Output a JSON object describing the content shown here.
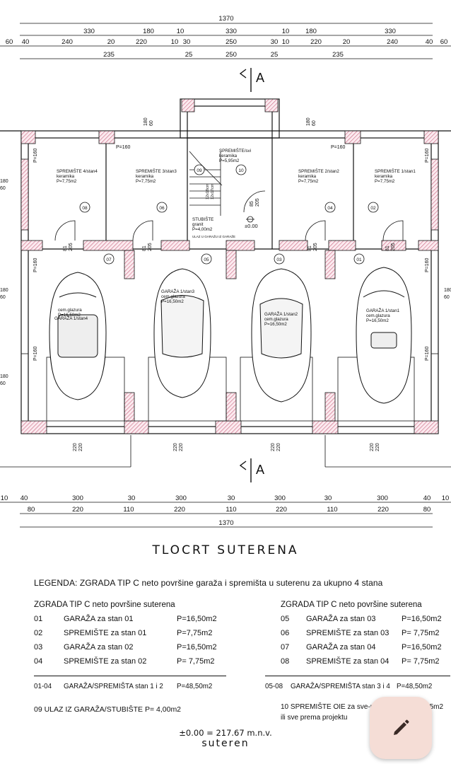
{
  "plan": {
    "section_mark": "A",
    "top_dims_1": [
      "1370"
    ],
    "top_dims_2": [
      "330",
      "180",
      "10",
      "330",
      "10",
      "180",
      "330"
    ],
    "top_dims_3": [
      "60",
      "40",
      "240",
      "20",
      "220",
      "10",
      "30",
      "250",
      "30",
      "10",
      "220",
      "20",
      "240",
      "40",
      "60"
    ],
    "top_dims_4": [
      "235",
      "25",
      "250",
      "25",
      "235"
    ],
    "side_dims": [
      "180",
      "60",
      "160",
      "180",
      "60",
      "160",
      "180",
      "60",
      "160",
      "180",
      "60"
    ],
    "p160": "P=160",
    "rooms": [
      {
        "name": "SPREMIŠTE 4/stan4",
        "mat": "keramika",
        "area": "P=7,75m2",
        "num": "08"
      },
      {
        "name": "SPREMIŠTE 3/stan3",
        "mat": "keramika",
        "area": "P=7,75m2",
        "num": "06"
      },
      {
        "name": "SPREMIŠTE/svi",
        "mat": "keramika",
        "area": "P=5,95m2",
        "num": "10"
      },
      {
        "name": "SPREMIŠTE 2/stan2",
        "mat": "keramika",
        "area": "P=7,75m2",
        "num": "04"
      },
      {
        "name": "SPREMIŠTE 1/stan1",
        "mat": "keramika",
        "area": "P=7,75m2",
        "num": "02"
      }
    ],
    "stair": {
      "name": "STUBIŠTE",
      "mat": "granit",
      "area": "P=4,00m2",
      "note": "ULAZ U GARAŽU IZ GARAŽE",
      "num": "09",
      "steps": "12x18cm",
      "steps2": "12x17cm"
    },
    "garages": [
      {
        "name": "GARAŽA 1/stan4",
        "mat": "cem.glazura",
        "area": "P=16,50m2",
        "num": "07"
      },
      {
        "name": "GARAŽA 1/stan3",
        "mat": "cem.glazura",
        "area": "P=16,50m2",
        "num": "05"
      },
      {
        "name": "GARAŽA 1/stan2",
        "mat": "cem.glazura",
        "area": "P=16,50m2",
        "num": "03"
      },
      {
        "name": "GARAŽA 1/stan1",
        "mat": "cem.glazura",
        "area": "P=16,50m2",
        "num": "01"
      }
    ],
    "door_dims": [
      "81",
      "205"
    ],
    "door_dims_mid": [
      "85",
      "205"
    ],
    "level": "±0.00",
    "gate_dims": [
      "220",
      "220"
    ],
    "bottom_dims_1": [
      "10",
      "40",
      "300",
      "30",
      "300",
      "30",
      "300",
      "30",
      "300",
      "40",
      "10"
    ],
    "bottom_dims_2": [
      "80",
      "220",
      "110",
      "220",
      "110",
      "220",
      "110",
      "220",
      "80"
    ],
    "bottom_dims_3": [
      "1370"
    ]
  },
  "title": "TLOCRT SUTERENA",
  "legend_head": "LEGENDA: ZGRADA TIP C neto površine garaža i spremišta u suterenu za ukupno 4 stana",
  "left_col": {
    "header": "ZGRADA TIP C neto površine suterena",
    "rows": [
      {
        "no": "01",
        "name": "GARAŽA za stan 01",
        "area": "P=16,50m2"
      },
      {
        "no": "02",
        "name": "SPREMIŠTE za stan 01",
        "area": "P=7,75m2"
      },
      {
        "no": "03",
        "name": "GARAŽA za stan 02",
        "area": "P=16,50m2"
      },
      {
        "no": "04",
        "name": "SPREMIŠTE za stan 02",
        "area": "P= 7,75m2"
      }
    ],
    "sum": {
      "no": "01-04",
      "name": "GARAŽA/SPREMIŠTA stan 1 i 2",
      "area": "P=48,50m2"
    },
    "note": "09 ULAZ IZ GARAŽA/STUBIŠTE  P= 4,00m2"
  },
  "right_col": {
    "header": "ZGRADA TIP C neto površine suterena",
    "rows": [
      {
        "no": "05",
        "name": "GARAŽA za stan 03",
        "area": "P=16,50m2"
      },
      {
        "no": "06",
        "name": "SPREMIŠTE za stan 03",
        "area": "P= 7,75m2"
      },
      {
        "no": "07",
        "name": "GARAŽA za stan 04",
        "area": "P=16,50m2"
      },
      {
        "no": "08",
        "name": "SPREMIŠTE za stan 04",
        "area": "P= 7,75m2"
      }
    ],
    "sum": {
      "no": "05-08",
      "name": "GARAŽA/SPREMIŠTA stan 3 i 4",
      "area": "P=48,50m2"
    },
    "note_line1": "10 SPREMIŠTE OIE za sve-po",
    "note_line2": "ili sve prema projektu",
    "note_tail": "5m2"
  },
  "elevation": "±0.00 = 217.67 m.n.v.",
  "bottom_word": "suteren",
  "fab": {
    "icon": "pencil-icon",
    "color": "#f5ddd6"
  }
}
